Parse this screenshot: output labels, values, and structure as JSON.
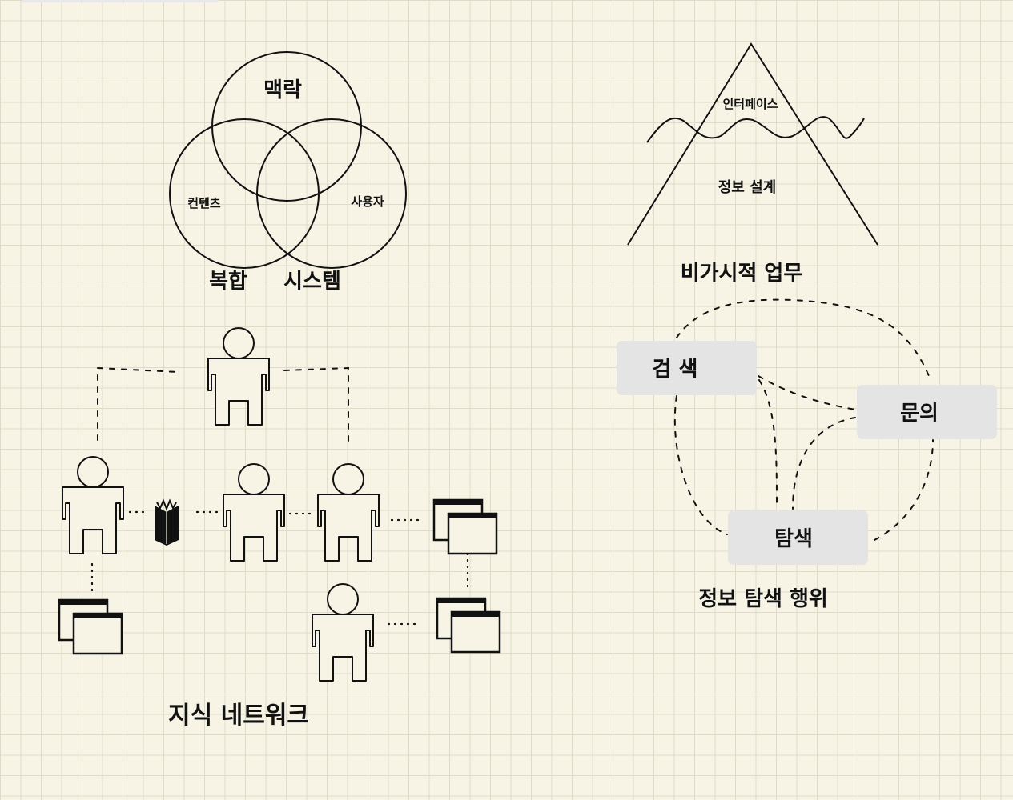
{
  "venn": {
    "circles": [
      {
        "label": "맥락"
      },
      {
        "label": "컨텐츠"
      },
      {
        "label": "사용자"
      }
    ],
    "caption_left": "복합",
    "caption_right": "시스템"
  },
  "iceberg": {
    "top_label": "인터페이스",
    "bottom_label": "정보 설계",
    "caption": "비가시적 업무"
  },
  "seeking": {
    "nodes": [
      {
        "id": "search",
        "label": "검 색"
      },
      {
        "id": "inquiry",
        "label": "문의"
      },
      {
        "id": "explore",
        "label": "탐색"
      }
    ],
    "caption": "정보  탐색  행위"
  },
  "network": {
    "caption": "지식   네트워크"
  },
  "colors": {
    "background": "#f7f4e6",
    "grid": "#dcdcc8",
    "ink": "#111111",
    "node_box": "#e4e4e4"
  }
}
